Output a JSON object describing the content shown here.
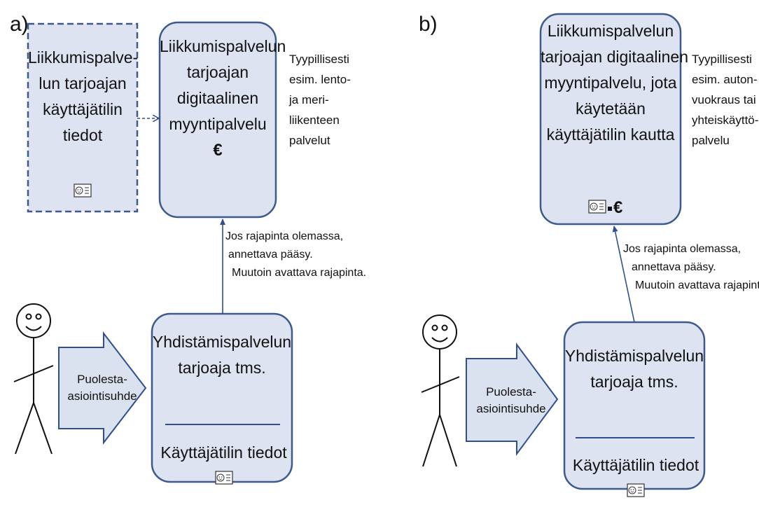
{
  "panels": [
    {
      "label": "a)",
      "account_box": {
        "lines": [
          "Liikkumispalve-",
          "lun tarjoajan",
          "käyttäjätilin",
          "tiedot"
        ]
      },
      "sales_box": {
        "lines": [
          "Liikkumispalvelun",
          "tarjoajan",
          "digitaalinen",
          "myyntipalvelu"
        ],
        "symbol": "€"
      },
      "note": {
        "lines": [
          "Tyypillisesti",
          "esim. lento-",
          "ja meri-",
          "liikenteen",
          "palvelut"
        ]
      },
      "api_note": {
        "lines": [
          "Jos rajapinta olemassa,",
          "annettava pääsy.",
          "Muutoin avattava rajapinta."
        ]
      },
      "relation_label": {
        "lines": [
          "Puolesta-",
          "asiointisuhde"
        ]
      },
      "aggregator_box": {
        "lines": [
          "Yhdistämispalvelun",
          "tarjoaja tms."
        ],
        "footer": "Käyttäjätilin tiedot"
      }
    },
    {
      "label": "b)",
      "sales_box": {
        "lines": [
          "Liikkumispalvelun",
          "tarjoajan digitaalinen",
          "myyntipalvelu, jota",
          "käytetään",
          "käyttäjätilin kautta"
        ],
        "symbol": "€"
      },
      "note": {
        "lines": [
          "Tyypillisesti",
          "esim. auton-",
          "vuokraus tai",
          "yhteiskäyttö-",
          "palvelu"
        ]
      },
      "api_note": {
        "lines": [
          "Jos rajapinta olemassa,",
          "annettava pääsy.",
          "Muutoin avattava rajapinta."
        ]
      },
      "relation_label": {
        "lines": [
          "Puolesta-",
          "asiointisuhde"
        ]
      },
      "aggregator_box": {
        "lines": [
          "Yhdistämispalvelun",
          "tarjoaja tms."
        ],
        "footer": "Käyttäjätilin tiedot"
      }
    }
  ],
  "colors": {
    "box_fill": "#dde3f0",
    "box_stroke": "#3d5a8c",
    "arrow_fill": "#dbe2ef",
    "line": "#2f4f8f"
  }
}
